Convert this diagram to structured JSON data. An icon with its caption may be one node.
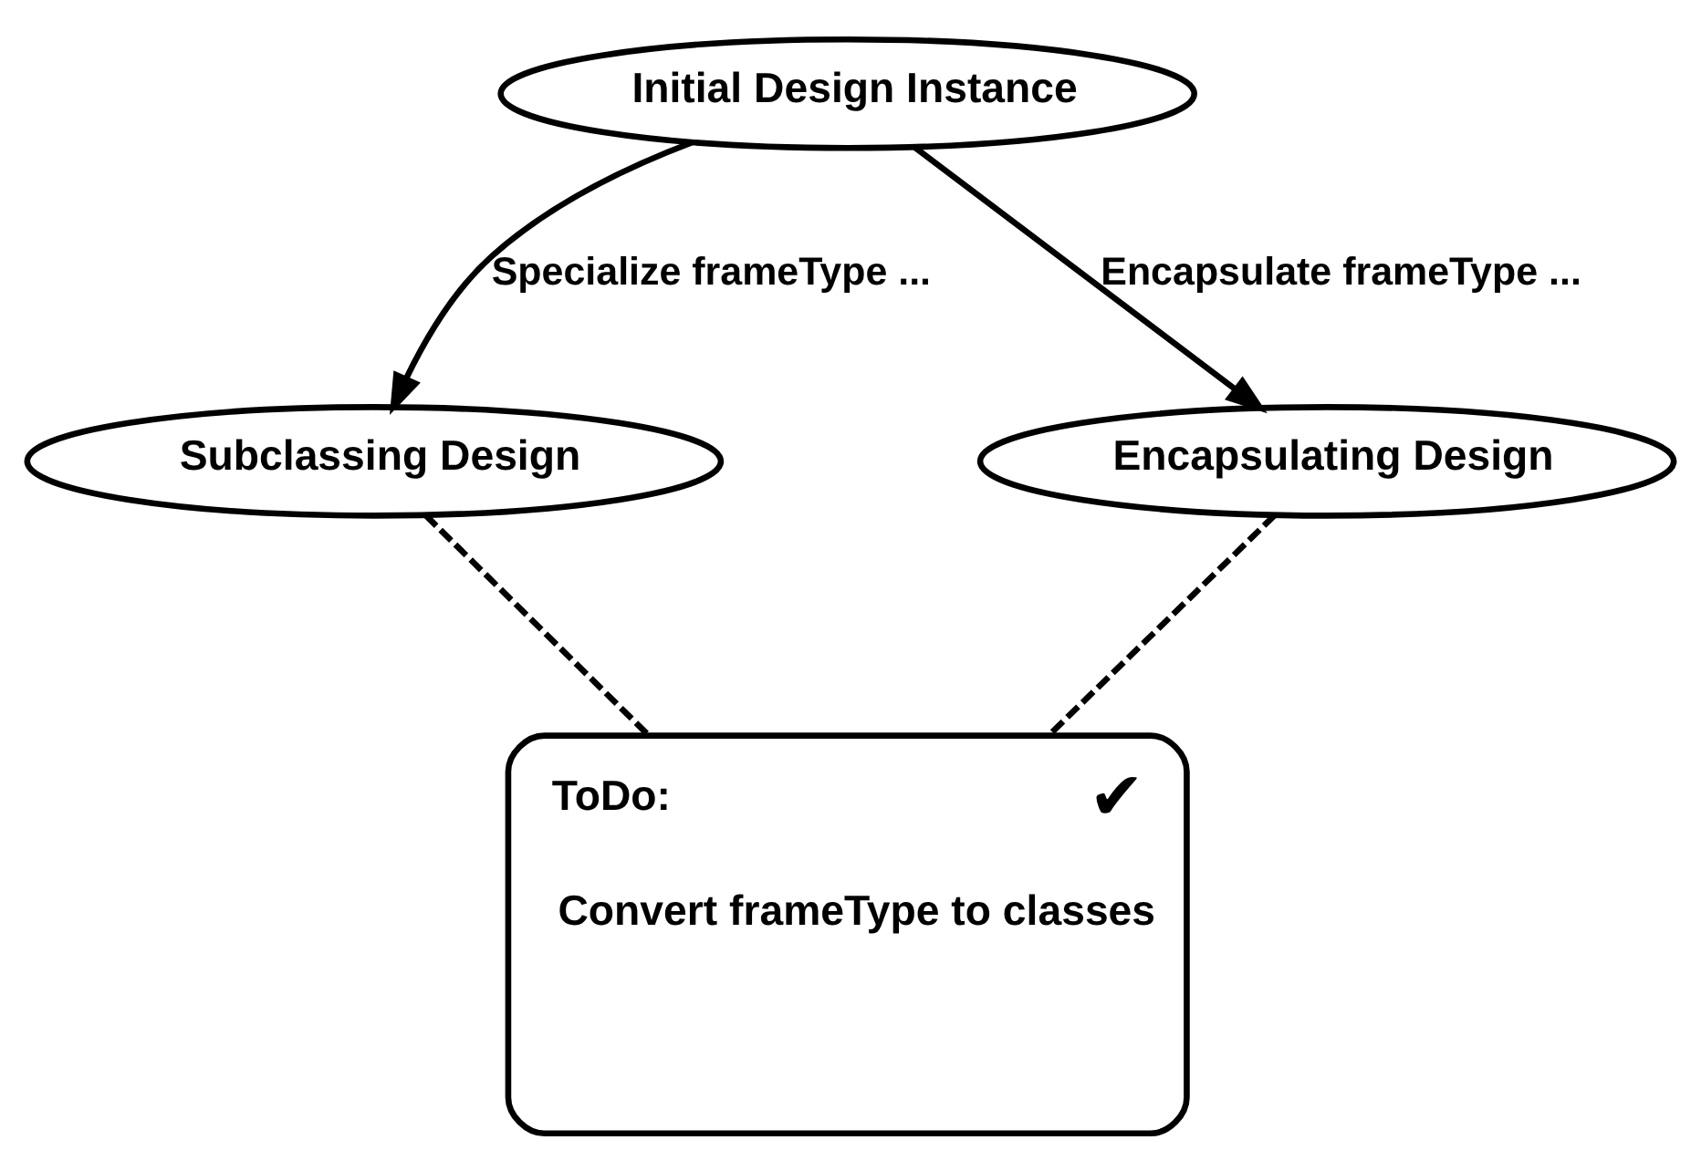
{
  "diagram": {
    "nodes": [
      {
        "text": [
          "Initial Design Instance"
        ]
      },
      {
        "text": [
          "Subclassing Design"
        ]
      },
      {
        "text": [
          "Encapsulating Design"
        ]
      },
      {
        "text": [
          "ToDo:",
          "✔",
          "Convert frameType to classes"
        ]
      }
    ],
    "edges": [
      {
        "from": 0,
        "to": 1,
        "arrow": "to",
        "label": "Specialize frameType ..."
      },
      {
        "from": 0,
        "to": 2,
        "arrow": "to",
        "label": "Encapsulate frameType ..."
      },
      {
        "from": 1,
        "to": 3,
        "arrow": "none",
        "style": "dashed"
      },
      {
        "from": 2,
        "to": 3,
        "arrow": "none",
        "style": "dashed"
      }
    ]
  }
}
